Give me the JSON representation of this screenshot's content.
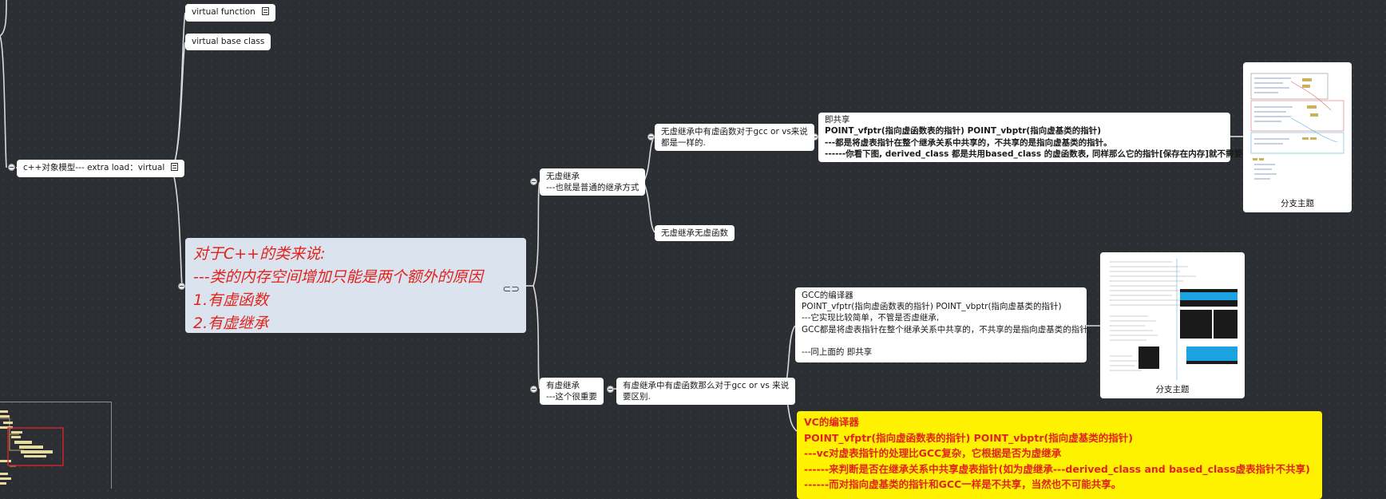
{
  "nodes": {
    "virtual_function": "virtual function",
    "virtual_base_class": "virtual base class",
    "object_model": "c++对象模型--- extra load：virtual",
    "central": [
      "对于C++的类来说:",
      "---类的内存空间增加只能是两个额外的原因",
      "1.有虚函数",
      "2.有虚继承"
    ],
    "no_virtual_inherit": [
      "无虚继承",
      "---也就是普通的继承方式"
    ],
    "no_vi_with_vfunc": [
      "无虚继承中有虚函数对于gcc or vs来说",
      "都是一样的."
    ],
    "shared_note": [
      "即共享",
      "POINT_vfptr(指向虚函数表的指针)    POINT_vbptr(指向虚基类的指针)",
      "---都是将虚表指针在整个继承关系中共享的，不共享的是指向虚基类的指针。",
      "------你看下图, derived_class 都是共用based_class 的虚函数表, 同样那么它的指针[保存在内存]就不需要改变了"
    ],
    "no_vi_no_vfunc": "无虚继承无虚函数",
    "virtual_inherit": [
      "有虚继承",
      "---这个很重要"
    ],
    "vi_with_vfunc": [
      "有虚继承中有虚函数那么对于gcc or vs 来说",
      "要区别."
    ],
    "gcc_note": [
      "GCC的编译器",
      "POINT_vfptr(指向虚函数表的指针)    POINT_vbptr(指向虚基类的指针)",
      "---它实现比较简单，不管是否虚继承,",
      "GCC都是将虚表指针在整个继承关系中共享的，不共享的是指向虚基类的指针。",
      "",
      "---同上面的    即共享"
    ],
    "vc_note": [
      "VC的编译器",
      "POINT_vfptr(指向虚函数表的指针)    POINT_vbptr(指向虚基类的指针)",
      "---vc对虚表指针的处理比GCC复杂，它根据是否为虚继承",
      "------来判断是否在继承关系中共享虚表指针(如为虚继承---derived_class and based_class虚表指针不共享)",
      "------而对指向虚基类的指针和GCC一样是不共享，当然也不可能共享。"
    ],
    "branch_topic_1": "分支主题",
    "branch_topic_2": "分支主题"
  },
  "icons": {
    "note": "note-icon",
    "link": "link-icon",
    "collapse": "collapse-icon"
  },
  "colors": {
    "background": "#2b2f33",
    "central_bg": "#dbe3ee",
    "central_text": "#e0231c",
    "highlight_bg": "#fff200",
    "highlight_text": "#e0231c",
    "connector": "#d9d9d9"
  }
}
